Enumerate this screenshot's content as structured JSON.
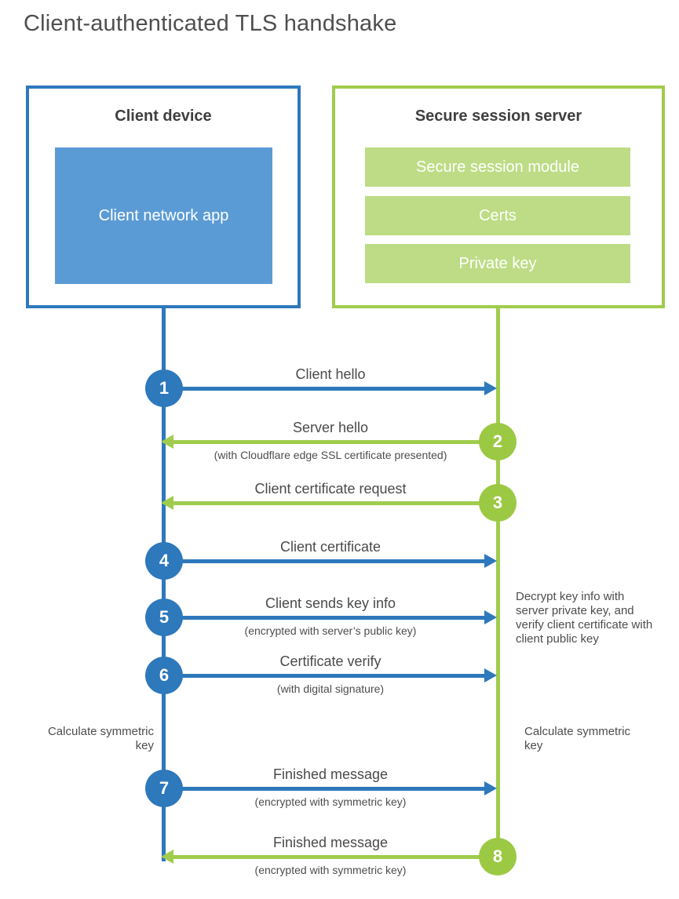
{
  "title": "Client-authenticated TLS handshake",
  "client": {
    "title": "Client device",
    "app_label": "Client network app"
  },
  "server": {
    "title": "Secure session server",
    "modules": [
      "Secure session module",
      "Certs",
      "Private key"
    ]
  },
  "colors": {
    "blue_stroke": "#2e78bc",
    "blue_fill": "#5b9bd5",
    "green_stroke": "#a0cc4d",
    "green_circle": "#9cc944",
    "green_fill": "#bddc85",
    "text_dark": "#3f3f3f",
    "text_gray": "#4a4a4a"
  },
  "messages": [
    {
      "step": "1",
      "from": "client",
      "direction": "to_server",
      "label": "Client hello",
      "sublabel": ""
    },
    {
      "step": "2",
      "from": "server",
      "direction": "to_client",
      "label": "Server hello",
      "sublabel": "(with Cloudflare edge SSL certificate presented)"
    },
    {
      "step": "3",
      "from": "server",
      "direction": "to_client",
      "label": "Client certificate request",
      "sublabel": ""
    },
    {
      "step": "4",
      "from": "client",
      "direction": "to_server",
      "label": "Client certificate",
      "sublabel": ""
    },
    {
      "step": "5",
      "from": "client",
      "direction": "to_server",
      "label": "Client sends key info",
      "sublabel": "(encrypted with server’s public key)"
    },
    {
      "step": "6",
      "from": "client",
      "direction": "to_server",
      "label": "Certificate verify",
      "sublabel": "(with digital signature)"
    },
    {
      "step": "7",
      "from": "client",
      "direction": "to_server",
      "label": "Finished message",
      "sublabel": "(encrypted with symmetric key)"
    },
    {
      "step": "8",
      "from": "server",
      "direction": "to_client",
      "label": "Finished message",
      "sublabel": "(encrypted with symmetric key)"
    }
  ],
  "annotations": {
    "server_note": "Decrypt key info with server private key, and verify client certificate with client public key",
    "client_calc_note": "Calculate symmetric key",
    "server_calc_note": "Calculate symmetric key"
  }
}
